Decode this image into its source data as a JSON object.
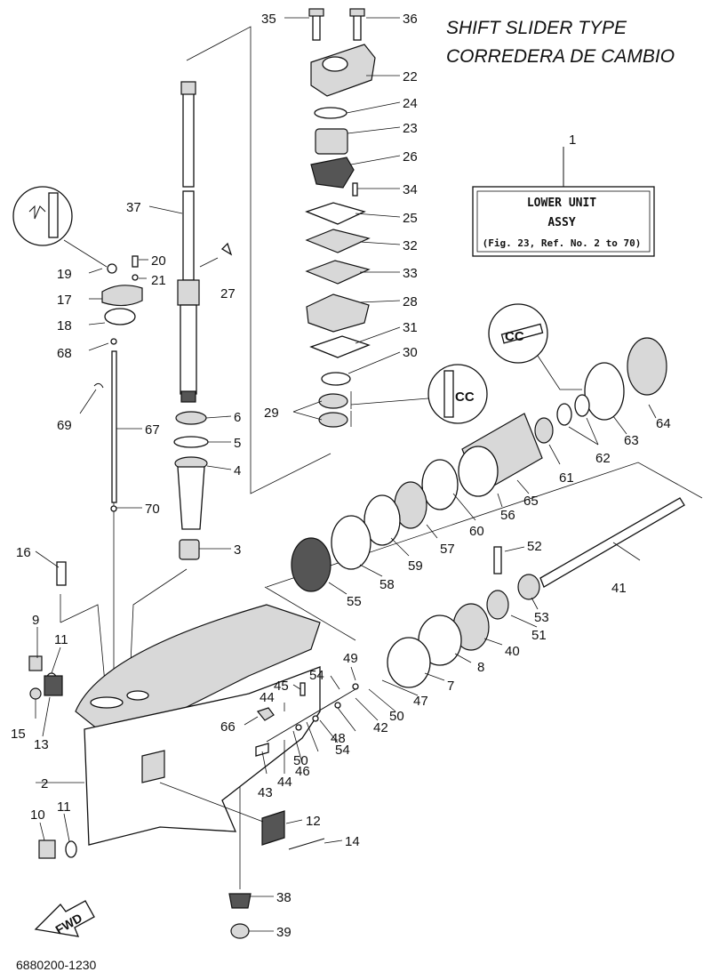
{
  "header": {
    "title_line1": "SHIFT SLIDER TYPE",
    "title_line2": "CORREDERA DE CAMBIO"
  },
  "assembly_box": {
    "ref": "1",
    "line1": "LOWER UNIT",
    "line2": "ASSY",
    "line3": "(Fig. 23, Ref. No. 2 to 70)"
  },
  "footer": {
    "diagram_code": "6880200-1230",
    "fwd_label": "FWD"
  },
  "callouts": [
    "1",
    "2",
    "3",
    "4",
    "5",
    "6",
    "8",
    "9",
    "10",
    "11",
    "11",
    "12",
    "13",
    "14",
    "15",
    "16",
    "17",
    "18",
    "19",
    "20",
    "21",
    "22",
    "23",
    "24",
    "25",
    "26",
    "27",
    "28",
    "29",
    "30",
    "31",
    "32",
    "33",
    "34",
    "35",
    "36",
    "37",
    "38",
    "39",
    "40",
    "41",
    "42",
    "43",
    "44",
    "44",
    "45",
    "46",
    "47",
    "7",
    "48",
    "49",
    "50",
    "50",
    "51",
    "52",
    "53",
    "54",
    "54",
    "55",
    "56",
    "57",
    "58",
    "59",
    "60",
    "61",
    "62",
    "63",
    "64",
    "65",
    "66",
    "67",
    "68",
    "69",
    "70"
  ],
  "icons": {
    "sealant_a": "sealant-icon",
    "sealant_b": "grease-icon",
    "sealant_c": "grease-icon",
    "fwd": "fwd-arrow-icon"
  }
}
